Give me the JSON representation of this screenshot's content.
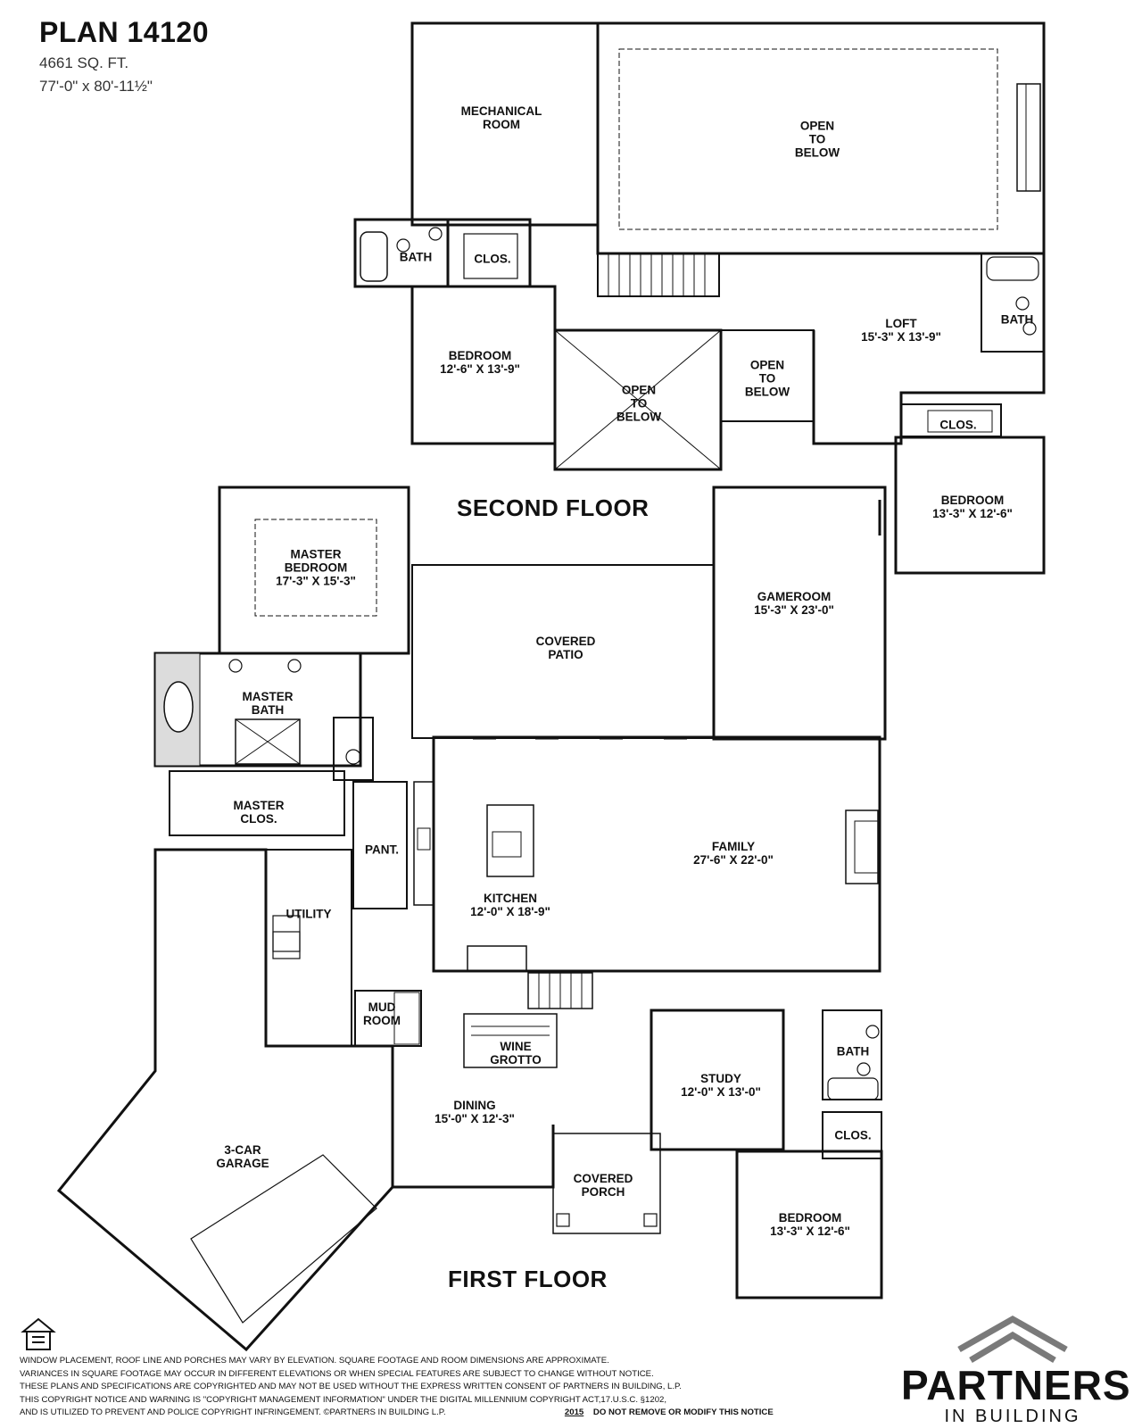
{
  "header": {
    "plan_title": "PLAN 14120",
    "square_feet": "4661 SQ. FT.",
    "dimensions": "77'-0\" x 80'-11½\""
  },
  "floors": {
    "second_floor_label": "SECOND FLOOR",
    "first_floor_label": "FIRST FLOOR"
  },
  "second_floor": {
    "mechanical_room": [
      "MECHANICAL",
      "ROOM"
    ],
    "open_to_below_1": [
      "OPEN",
      "TO",
      "BELOW"
    ],
    "bath_left": "BATH",
    "clos_left": "CLOS.",
    "bedroom_left": [
      "BEDROOM",
      "12'-6\" X 13'-9\""
    ],
    "open_to_below_2": [
      "OPEN",
      "TO",
      "BELOW"
    ],
    "open_to_below_3": [
      "OPEN",
      "TO",
      "BELOW"
    ],
    "loft": [
      "LOFT",
      "15'-3\" X 13'-9\""
    ],
    "bath_right": "BATH",
    "clos_right": "CLOS.",
    "bedroom_right": [
      "BEDROOM",
      "13'-3\" X 12'-6\""
    ]
  },
  "first_floor": {
    "master_bedroom": [
      "MASTER",
      "BEDROOM",
      "17'-3\" X 15'-3\""
    ],
    "covered_patio": [
      "COVERED",
      "PATIO"
    ],
    "gameroom": [
      "GAMEROOM",
      "15'-3\" X 23'-0\""
    ],
    "master_bath": [
      "MASTER",
      "BATH"
    ],
    "master_clos": [
      "MASTER",
      "CLOS."
    ],
    "pantry": "PANT.",
    "family": [
      "FAMILY",
      "27'-6\" X 22'-0\""
    ],
    "kitchen": [
      "KITCHEN",
      "12'-0\" X 18'-9\""
    ],
    "utility": "UTILITY",
    "mud_room": [
      "MUD",
      "ROOM"
    ],
    "wine_grotto": [
      "WINE",
      "GROTTO"
    ],
    "study": [
      "STUDY",
      "12'-0\" X 13'-0\""
    ],
    "bath": "BATH",
    "clos": "CLOS.",
    "dining": [
      "DINING",
      "15'-0\" X 12'-3\""
    ],
    "garage": [
      "3-CAR",
      "GARAGE"
    ],
    "covered_porch": [
      "COVERED",
      "PORCH"
    ],
    "bedroom": [
      "BEDROOM",
      "13'-3\" X 12'-6\""
    ]
  },
  "disclaimer": {
    "line1": "WINDOW PLACEMENT, ROOF LINE AND PORCHES MAY VARY BY ELEVATION.  SQUARE FOOTAGE AND ROOM DIMENSIONS ARE APPROXIMATE.",
    "line2": "VARIANCES IN SQUARE FOOTAGE MAY OCCUR IN DIFFERENT ELEVATIONS OR WHEN SPECIAL FEATURES ARE SUBJECT TO CHANGE WITHOUT NOTICE.",
    "line3": "THESE PLANS AND SPECIFICATIONS ARE COPYRIGHTED AND MAY NOT BE USED WITHOUT THE EXPRESS WRITTEN CONSENT OF PARTNERS IN BUILDING, L.P.",
    "line4": "THIS COPYRIGHT NOTICE AND WARNING IS \"COPYRIGHT MANAGEMENT INFORMATION\" UNDER THE DIGITAL MILLENNIUM COPYRIGHT ACT,17.U.S.C.        §1202,",
    "line5": "AND IS UTILIZED TO PREVENT AND POLICE COPYRIGHT INFRINGEMENT.  ©PARTNERS IN BUILDING L.P.",
    "year": "2015",
    "notice": "DO NOT REMOVE OR MODIFY THIS NOTICE"
  },
  "logo": {
    "word": "PARTNERS",
    "sub": "IN BUILDING",
    "color": "#7a7a7a"
  },
  "equal_housing_icon": "equal-housing-opportunity-icon"
}
